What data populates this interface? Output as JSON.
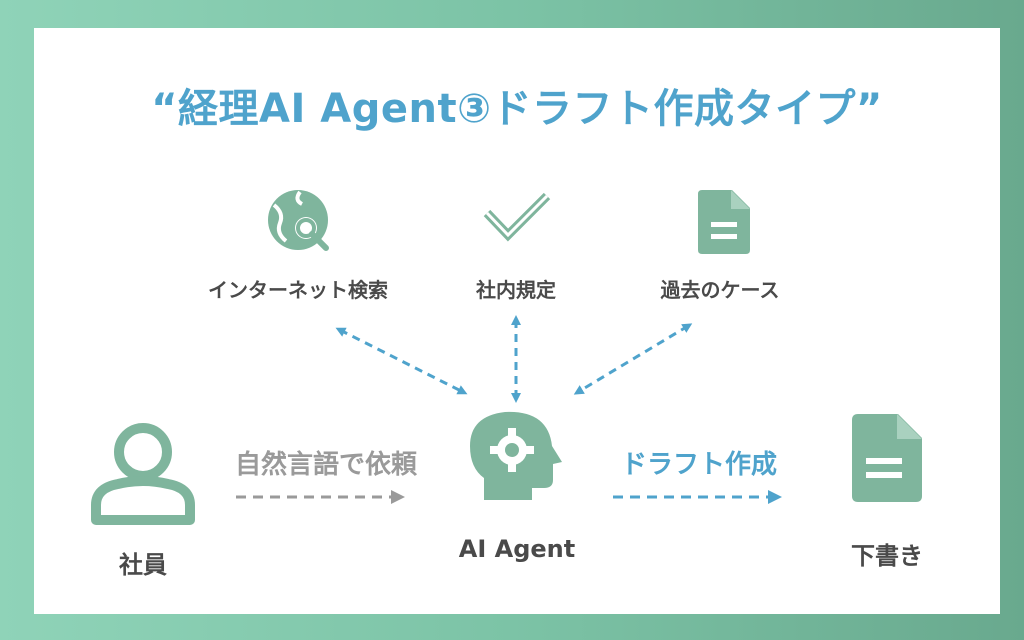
{
  "title": "“経理AI Agent③ドラフト作成タイプ”",
  "sources": {
    "internet": "インターネット検索",
    "rules": "社内規定",
    "past_cases": "過去のケース"
  },
  "employee": "社員",
  "agent": "AI Agent",
  "draft_doc": "下書き",
  "request_label": "自然言語で依頼",
  "draft_label": "ドラフト作成",
  "colors": {
    "accent": "#4fa3cc",
    "icon": "#7fb59d",
    "text": "#4a4a4a",
    "gray_arrow": "#9a9a9a"
  }
}
